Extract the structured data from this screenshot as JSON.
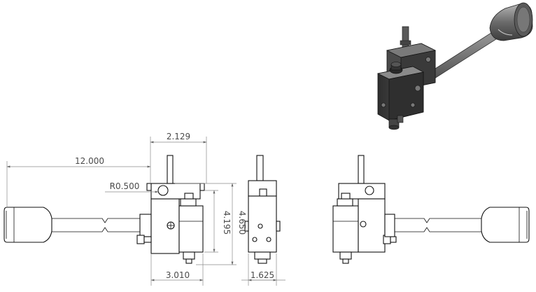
{
  "drawing": {
    "dimensions": {
      "width_top": "2.129",
      "length": "12.000",
      "radius": "R0.500",
      "height_inner": "4.195",
      "height_outer": "4.650",
      "width_bottom": "3.010",
      "depth": "1.625"
    },
    "colors": {
      "line": "#111111",
      "dimension": "#8a8a8a",
      "iso_dark": "#3a3a3a",
      "iso_mid": "#6b6b6b",
      "iso_light": "#9a9a9a"
    }
  }
}
